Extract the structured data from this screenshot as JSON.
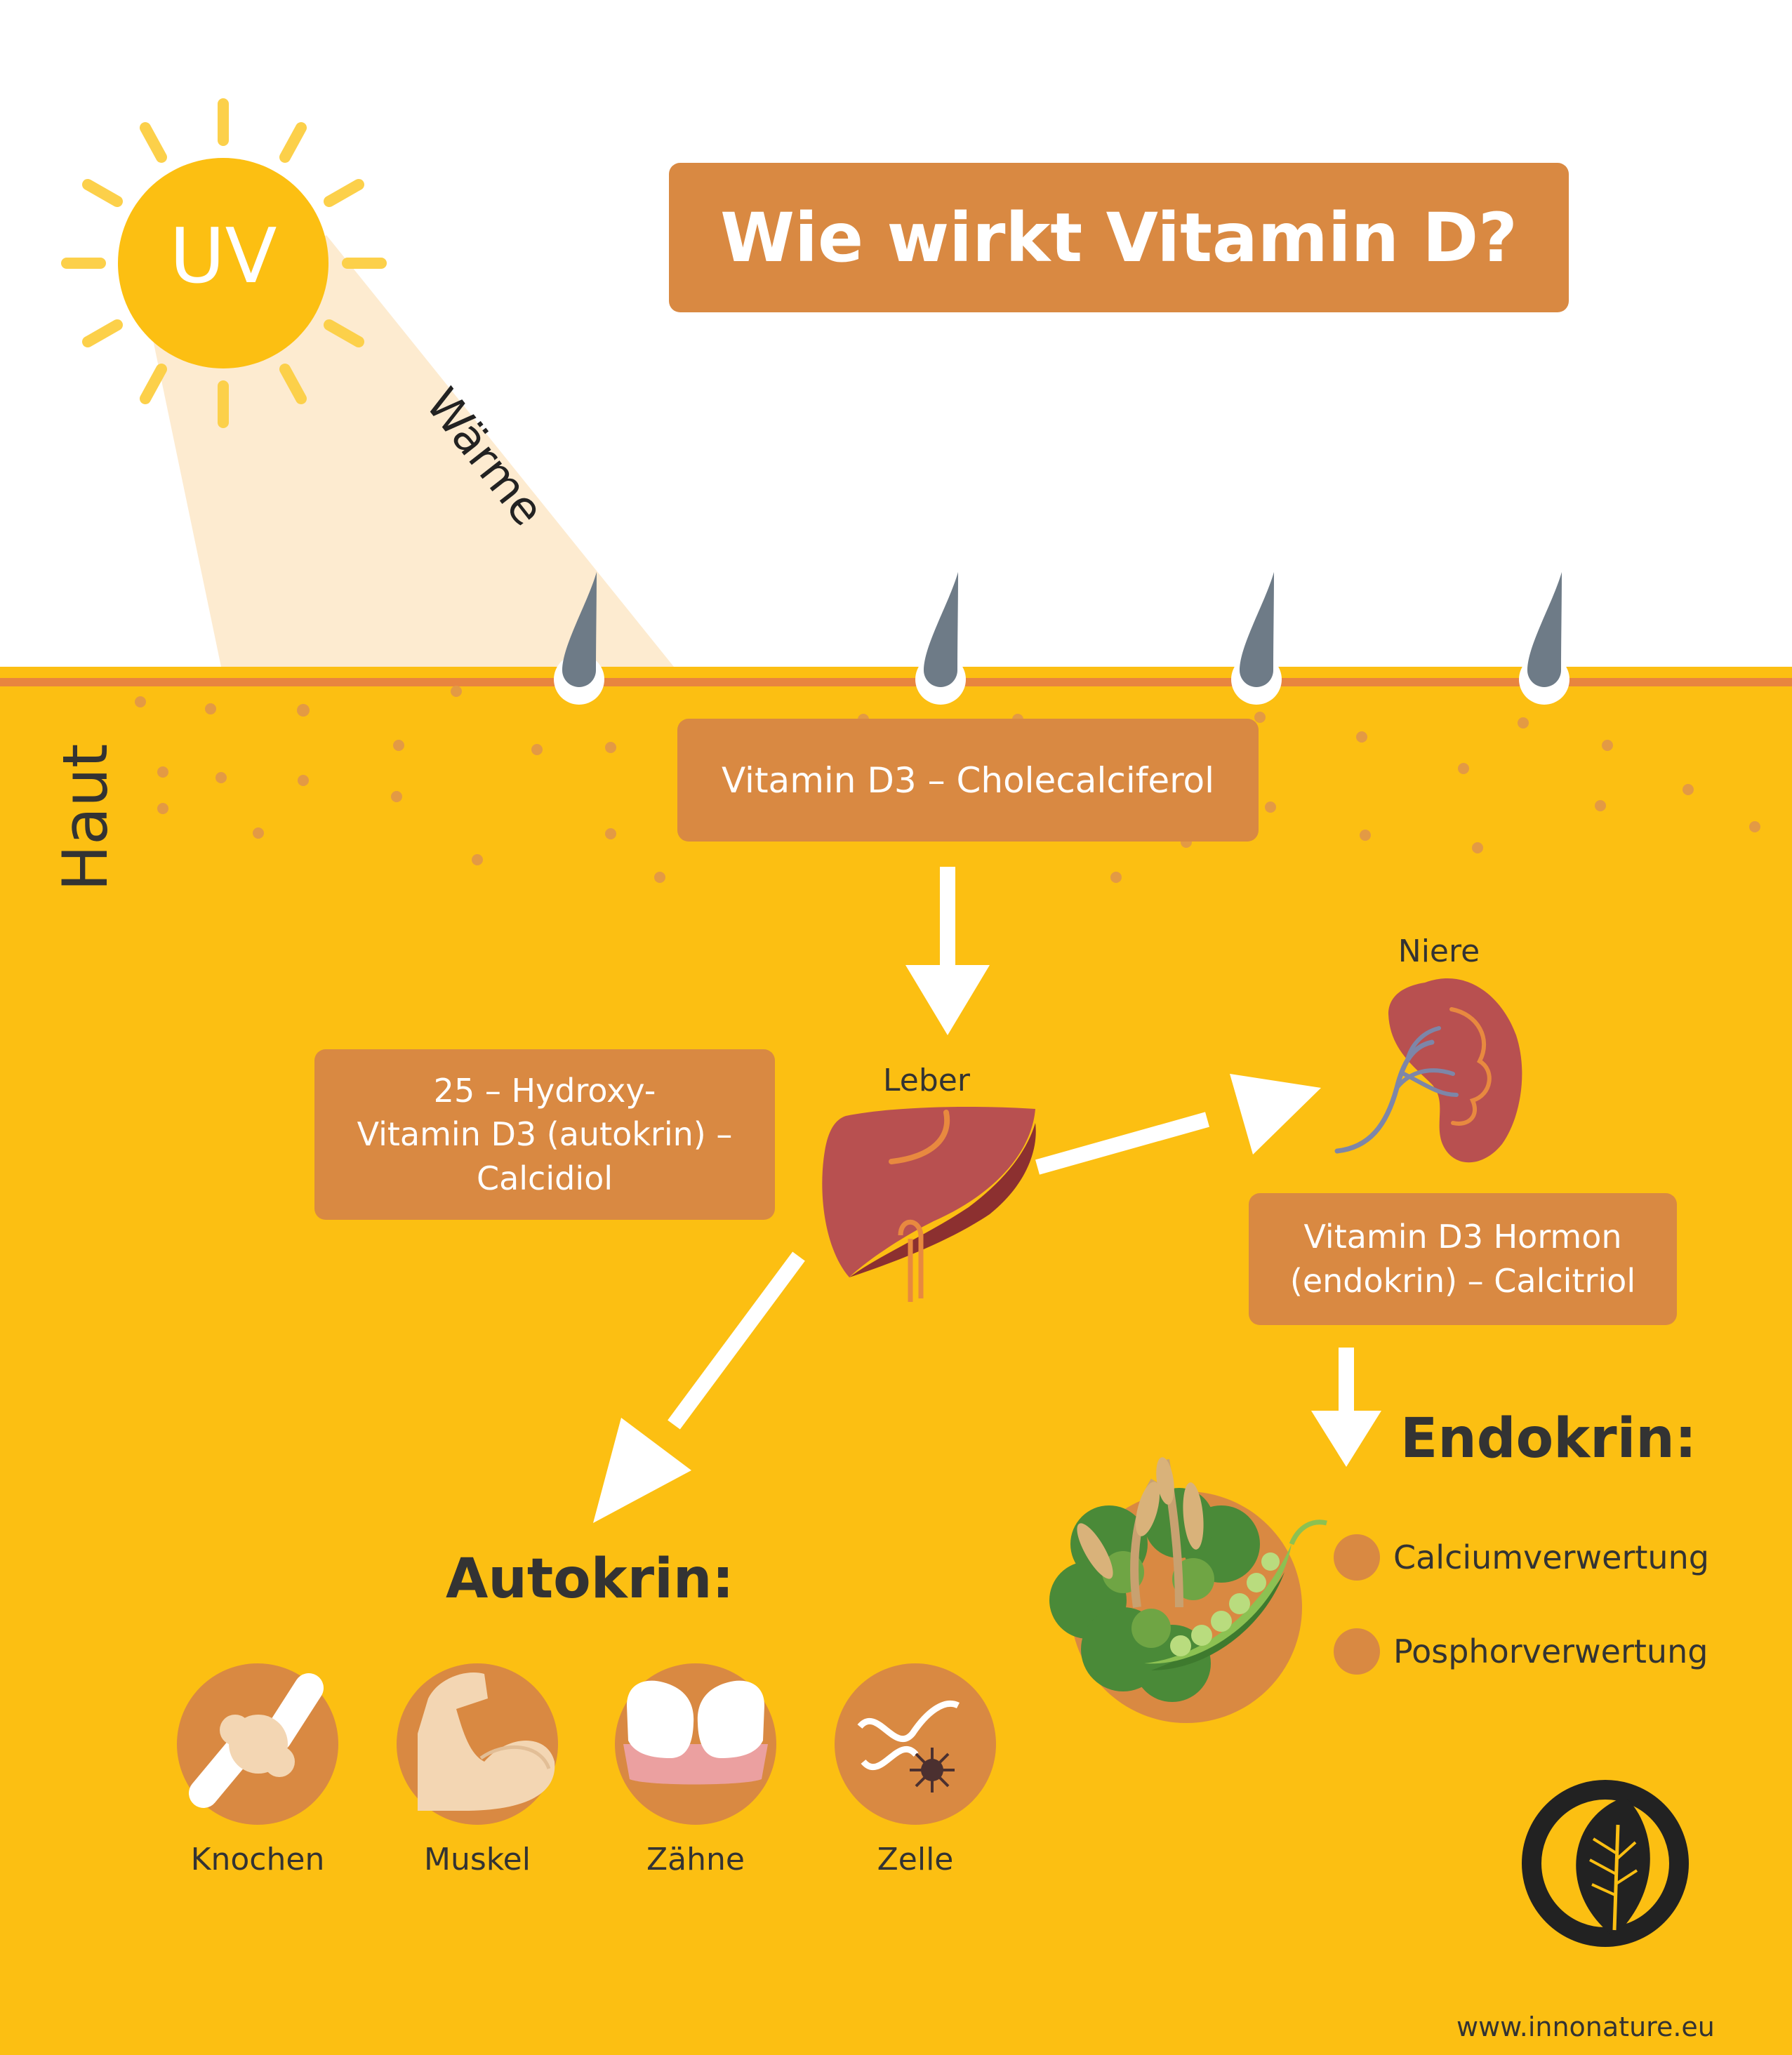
{
  "title": "Wie wirkt Vitamin D?",
  "sun": {
    "label": "UV"
  },
  "warmth_label": "Wärme",
  "skin_label": "Haut",
  "steps": {
    "cholecalciferol": "Vitamin D3 – Cholecalciferol",
    "calcidiol": {
      "line1": "25 – Hydroxy-",
      "line2": "Vitamin D3 (autokrin) –",
      "line3": "Calcidiol"
    },
    "calcitriol": {
      "line1": "Vitamin D3 Hormon",
      "line2": "(endokrin) – Calcitriol"
    }
  },
  "organs": {
    "liver": "Leber",
    "kidney": "Niere"
  },
  "autocrine": {
    "heading": "Autokrin:",
    "items": [
      {
        "label": "Knochen",
        "icon": "bone-icon"
      },
      {
        "label": "Muskel",
        "icon": "muscle-icon"
      },
      {
        "label": "Zähne",
        "icon": "teeth-icon"
      },
      {
        "label": "Zelle",
        "icon": "cell-icon"
      }
    ]
  },
  "endocrine": {
    "heading": "Endokrin:",
    "items": [
      {
        "label": "Calciumverwertung"
      },
      {
        "label": "Posphorverwertung"
      }
    ]
  },
  "footer": {
    "url": "www.innonature.eu"
  },
  "colors": {
    "skin": "#FCBF12",
    "skin_line": "#E8853F",
    "box": "#D98942",
    "sun": "#FCBF12",
    "sun_rays": "#FCD04A",
    "beam": "#FDEBD0",
    "hair": "#6E7B87",
    "text": "#333333",
    "arrow": "#FFFFFF"
  }
}
